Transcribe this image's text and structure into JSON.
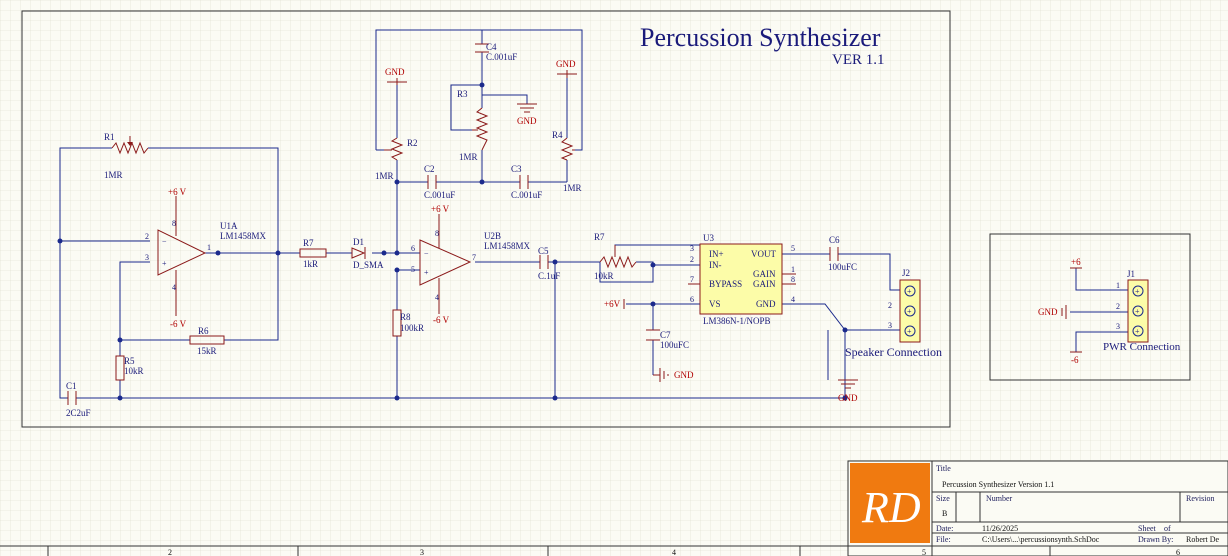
{
  "title_block": {
    "title_main": "Percussion Synthesizer",
    "version": "VER 1.1",
    "title_label": "Title",
    "title_value": "Percussion Synthesizer Version 1.1",
    "size_label": "Size",
    "size_value": "B",
    "number_label": "Number",
    "revision_label": "Revision",
    "date_label": "Date:",
    "date_value": "11/26/2025",
    "sheet_label": "Sheet",
    "sheet_of": "of",
    "file_label": "File:",
    "file_value": "C:\\Users\\...\\percussionsynth.SchDoc",
    "drawn_label": "Drawn By:",
    "drawn_value": "Robert De",
    "logo_text": "RD",
    "accent_color": "#f07a10"
  },
  "zones": [
    "2",
    "3",
    "4",
    "5",
    "6"
  ],
  "components": {
    "u1a": {
      "ref": "U1A",
      "value": "LM1458MX",
      "pos": "+6 V",
      "neg": "-6 V",
      "p1": "1",
      "p2": "2",
      "p3": "3",
      "p8": "8",
      "p4": "4"
    },
    "u2b": {
      "ref": "U2B",
      "value": "LM1458MX",
      "pos": "+6 V",
      "neg": "-6 V",
      "p7": "7",
      "p6": "6",
      "p5": "5",
      "p8": "8",
      "p4": "4"
    },
    "u3": {
      "ref": "U3",
      "value": "LM386N-1/NOPB",
      "in_p": "IN+",
      "in_m": "IN-",
      "bypass": "BYPASS",
      "vs": "VS",
      "vout": "VOUT",
      "gain1": "GAIN",
      "gain2": "GAIN",
      "gnd": "GND",
      "p3": "3",
      "p2": "2",
      "p7": "7",
      "p6": "6",
      "p5": "5",
      "p1": "1",
      "p8": "8",
      "p4": "4"
    },
    "r1": {
      "ref": "R1",
      "value": "1MR"
    },
    "r2": {
      "ref": "R2",
      "value": "1MR"
    },
    "r3": {
      "ref": "R3",
      "value": "1MR"
    },
    "r4": {
      "ref": "R4",
      "value": "1MR"
    },
    "r5": {
      "ref": "R5",
      "value": "10kR"
    },
    "r6": {
      "ref": "R6",
      "value": "15kR"
    },
    "r7a": {
      "ref": "R7",
      "value": "1kR"
    },
    "r7b": {
      "ref": "R7",
      "value": "10kR"
    },
    "r8": {
      "ref": "R8",
      "value": "100kR"
    },
    "c1": {
      "ref": "C1",
      "value": "2C2uF"
    },
    "c2": {
      "ref": "C2",
      "value": "C.001uF"
    },
    "c3": {
      "ref": "C3",
      "value": "C.001uF"
    },
    "c4": {
      "ref": "C4",
      "value": "C.001uF"
    },
    "c5": {
      "ref": "C5",
      "value": "C.1uF"
    },
    "c6": {
      "ref": "C6",
      "value": "100uFC"
    },
    "c7": {
      "ref": "C7",
      "value": "100uFC"
    },
    "d1": {
      "ref": "D1",
      "value": "D_SMA"
    },
    "j1": {
      "ref": "J1",
      "name": "PWR Connection",
      "p1": "1",
      "p2": "2",
      "p3": "3"
    },
    "j2": {
      "ref": "J2",
      "name": "Speaker Connection",
      "p2": "2",
      "p3": "3"
    }
  },
  "power": {
    "gnd": "GND",
    "gnd_r3": "GND",
    "gnd_c7": "GND",
    "gnd_spk": "GND",
    "gnd_pwr": "GND",
    "v6": "+6V",
    "plus6": "+6",
    "minus6": "-6"
  }
}
